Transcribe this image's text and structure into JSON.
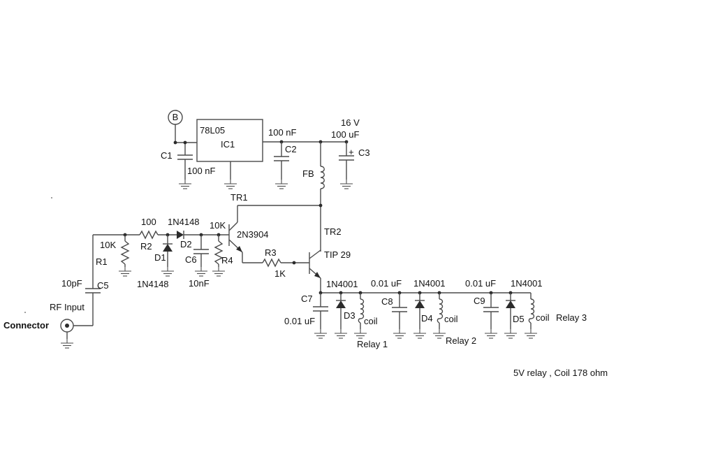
{
  "labels": {
    "battery": "B",
    "regulator_type": "78L05",
    "regulator_ref": "IC1",
    "c1_ref": "C1",
    "c1_value": "100 nF",
    "c2_value": "100 nF",
    "c2_ref": "C2",
    "c3_voltage": "16 V",
    "c3_value": "100 uF",
    "c3_plus": "+",
    "c3_ref": "C3",
    "ferrite_bead": "FB",
    "tr1_ref": "TR1",
    "tr1_type": "2N3904",
    "tr2_ref": "TR2",
    "tr2_type": "TIP 29",
    "r2_value": "100",
    "r2_ref": "R2",
    "d2_type": "1N4148",
    "d2_ref": "D2",
    "r4_value": "10K",
    "r4_ref": "R4",
    "r1_value": "10K",
    "r1_ref": "R1",
    "d1_ref": "D1",
    "d1_type": "1N4148",
    "c6_ref": "C6",
    "c6_value": "10nF",
    "r3_ref": "R3",
    "r3_value": "1K",
    "c5_value": "10pF",
    "c5_ref": "C5",
    "rf_input": "RF Input",
    "connector": "Connector",
    "c7_ref": "C7",
    "c7_value": "0.01 uF",
    "d3_type": "1N4001",
    "d3_ref": "D3",
    "coil1": "coil",
    "relay1": "Relay 1",
    "c8_value": "0.01 uF",
    "c8_ref": "C8",
    "d4_type": "1N4001",
    "d4_ref": "D4",
    "coil2": "coil",
    "relay2": "Relay 2",
    "c9_value": "0.01 uF",
    "c9_ref": "C9",
    "d5_type": "1N4001",
    "d5_ref": "D5",
    "coil3": "coil",
    "relay3": "Relay 3",
    "note": "5V relay , Coil 178 ohm"
  }
}
